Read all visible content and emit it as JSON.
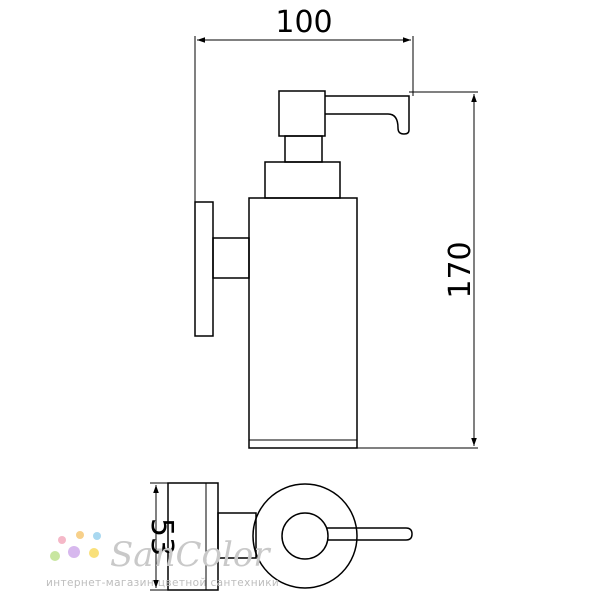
{
  "dimensions": {
    "width": "100",
    "height": "170",
    "depth": "53"
  },
  "watermark": {
    "brand": "SanColor",
    "tagline": "интернет-магазин цветной сантехники",
    "dot_colors": [
      "#f5b8c8",
      "#f7d08a",
      "#a9d8f0",
      "#c8e6a0",
      "#d7b8ee",
      "#f9e07a"
    ]
  }
}
